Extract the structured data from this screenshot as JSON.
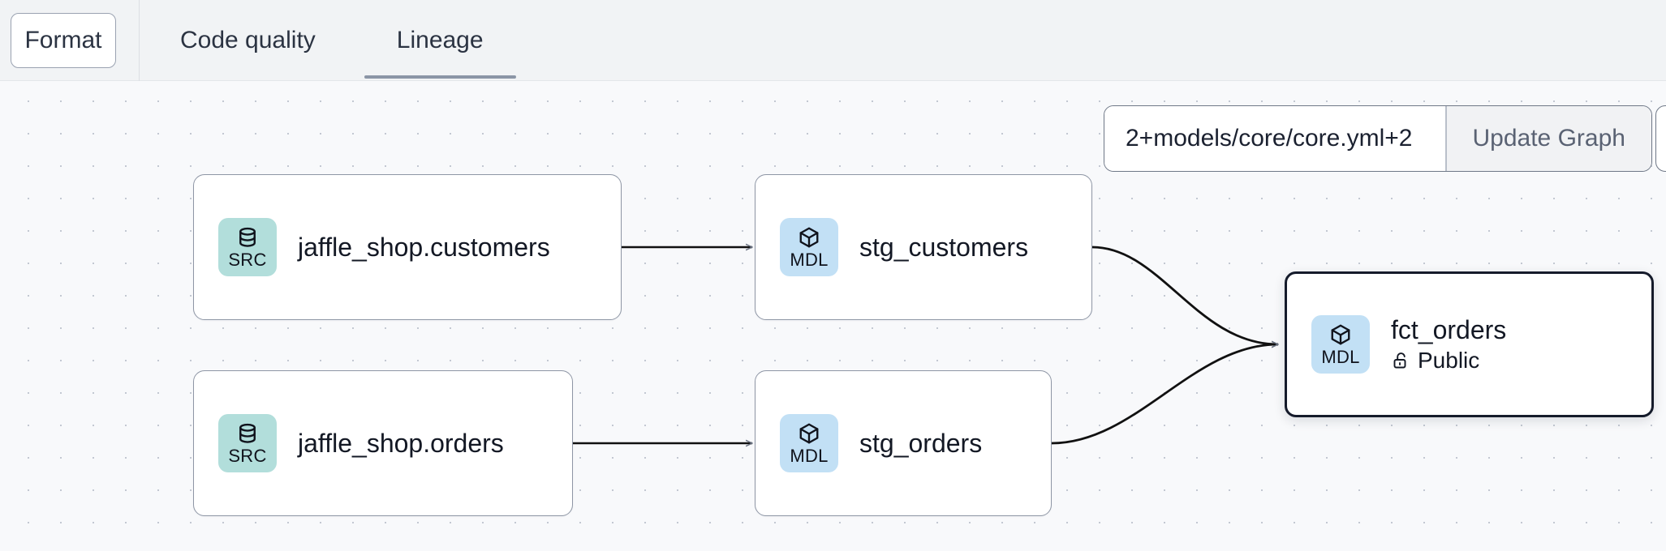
{
  "toolbar": {
    "format_label": "Format",
    "tabs": [
      {
        "label": "Code quality",
        "active": false
      },
      {
        "label": "Lineage",
        "active": true
      }
    ]
  },
  "controls": {
    "selector_value": "2+models/core/core.yml+2",
    "selector_placeholder": "2+models/core/core.yml+2",
    "update_button_label": "Update Graph"
  },
  "graph": {
    "nodes": [
      {
        "id": "src-customers",
        "badge": "SRC",
        "badge_icon": "database-icon",
        "title": "jaffle_shop.customers",
        "subtitle": null,
        "subtitle_icon": null,
        "selected": false
      },
      {
        "id": "src-orders",
        "badge": "SRC",
        "badge_icon": "database-icon",
        "title": "jaffle_shop.orders",
        "subtitle": null,
        "subtitle_icon": null,
        "selected": false
      },
      {
        "id": "mdl-stg-customers",
        "badge": "MDL",
        "badge_icon": "cube-icon",
        "title": "stg_customers",
        "subtitle": null,
        "subtitle_icon": null,
        "selected": false
      },
      {
        "id": "mdl-stg-orders",
        "badge": "MDL",
        "badge_icon": "cube-icon",
        "title": "stg_orders",
        "subtitle": null,
        "subtitle_icon": null,
        "selected": false
      },
      {
        "id": "mdl-fct-orders",
        "badge": "MDL",
        "badge_icon": "cube-icon",
        "title": "fct_orders",
        "subtitle": "Public",
        "subtitle_icon": "unlock-icon",
        "selected": true
      }
    ],
    "edges": [
      {
        "from": "src-customers",
        "to": "mdl-stg-customers"
      },
      {
        "from": "src-orders",
        "to": "mdl-stg-orders"
      },
      {
        "from": "mdl-stg-customers",
        "to": "mdl-fct-orders"
      },
      {
        "from": "mdl-stg-orders",
        "to": "mdl-fct-orders"
      }
    ]
  },
  "colors": {
    "badge_src_bg": "#b2dedb",
    "badge_mdl_bg": "#c2e0f5",
    "canvas_bg": "#f8f9fb",
    "header_bg": "#f1f3f5",
    "tab_active_underline": "#8b95a6",
    "node_border": "#8e96a5",
    "node_border_selected": "#151b2b",
    "edge_stroke": "#111111"
  }
}
